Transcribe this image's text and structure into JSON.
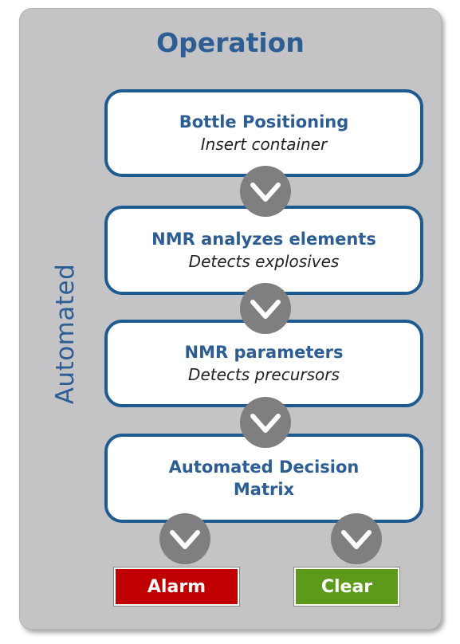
{
  "panel": {
    "title": "Operation",
    "side_label": "Automated"
  },
  "steps": [
    {
      "title": "Bottle Positioning",
      "subtitle": "Insert container"
    },
    {
      "title": "NMR analyzes elements",
      "subtitle": "Detects explosives"
    },
    {
      "title": "NMR parameters",
      "subtitle": "Detects precursors"
    },
    {
      "title_line1": "Automated Decision",
      "title_line2": "Matrix"
    }
  ],
  "outcomes": {
    "alarm": "Alarm",
    "clear": "Clear"
  },
  "colors": {
    "panel_bg": "#c4c4c6",
    "accent_blue": "#2c5d93",
    "box_border": "#1f5a91",
    "chevron_bg": "#7f7f82",
    "alarm_red": "#c00000",
    "clear_green": "#5b9a1a"
  },
  "icons": [
    "chevron-down-icon"
  ]
}
